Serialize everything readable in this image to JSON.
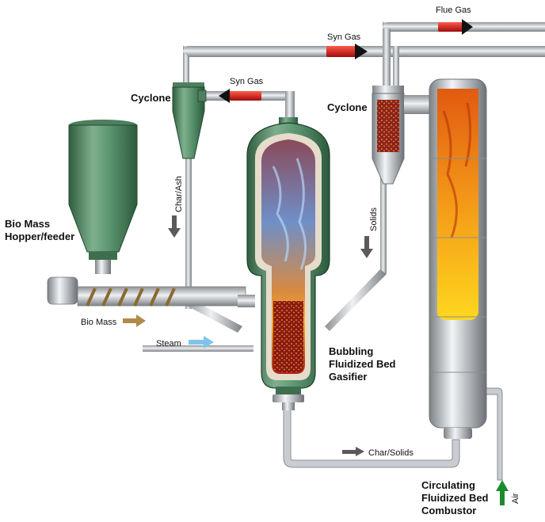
{
  "labels": {
    "flue_gas": "Flue Gas",
    "syn_gas_top": "Syn Gas",
    "syn_gas_left": "Syn Gas",
    "cyclone_left": "Cyclone",
    "cyclone_right": "Cyclone",
    "char_ash": "Char/Ash",
    "solids": "Solids",
    "hopper_line1": "Bio Mass",
    "hopper_line2": "Hopper/feeder",
    "bio_mass": "Bio Mass",
    "steam": "Steam",
    "gasifier_line1": "Bubbling",
    "gasifier_line2": "Fluidized Bed",
    "gasifier_line3": "Gasifier",
    "char_solids": "Char/Solids",
    "combustor_line1": "Circulating",
    "combustor_line2": "Fluidized Bed",
    "combustor_line3": "Combustor",
    "air": "Air"
  },
  "colors": {
    "vessel_green": "#4f8a64",
    "pipe_gray": "#b8bcc0",
    "arrow_red": "#d01818",
    "arrow_gray": "#5a5a5a",
    "arrow_tan": "#b08a4a",
    "arrow_blue": "#7fc4e8",
    "arrow_green": "#1e8a2e",
    "flame_orange": "#f07a10",
    "flame_yellow": "#ffd21e"
  }
}
